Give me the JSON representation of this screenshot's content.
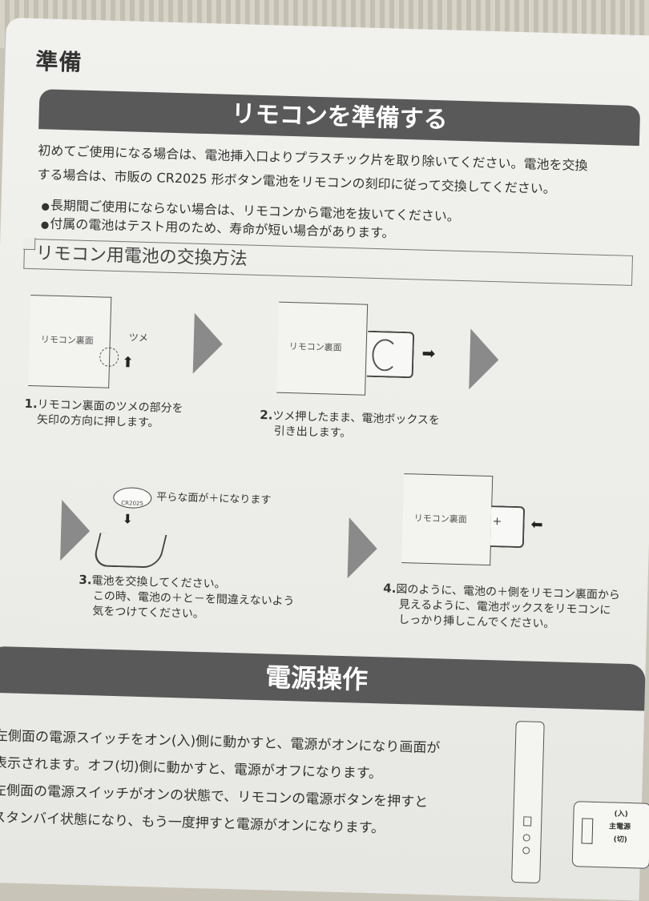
{
  "section": {
    "label": "準備"
  },
  "banner_remote": "リモコンを準備する",
  "intro": [
    "初めてご使用になる場合は、電池挿入口よりプラスチック片を取り除いてください。電池を交換",
    "する場合は、市販の CR2025 形ボタン電池をリモコンの刻印に従って交換してください。"
  ],
  "bullets": [
    "長期間ご使用にならない場合は、リモコンから電池を抜いてください。",
    "付属の電池はテスト用のため、寿命が短い場合があります。"
  ],
  "subhead": "リモコン用電池の交換方法",
  "diagrams": {
    "remote_back": "リモコン裏面",
    "tab": "ツメ",
    "flat_side": "平らな面が＋になります",
    "battery_marking": "CR2025",
    "plus": "+"
  },
  "steps": [
    {
      "num": "1.",
      "lines": [
        "リモコン裏面のツメの部分を",
        "矢印の方向に押します。"
      ]
    },
    {
      "num": "2.",
      "lines": [
        "ツメ押したまま、電池ボックスを",
        "引き出します。"
      ]
    },
    {
      "num": "3.",
      "lines": [
        "電池を交換してください。",
        "この時、電池の＋と－を間違えないよう",
        "気をつけてください。"
      ]
    },
    {
      "num": "4.",
      "lines": [
        "図のように、電池の＋側をリモコン裏面から",
        "見えるように、電池ボックスをリモコンに",
        "しっかり挿しこんでください。"
      ]
    }
  ],
  "banner_power": "電源操作",
  "power_text": [
    "左側面の電源スイッチをオン(入)側に動かすと、電源がオンになり画面が",
    "表示されます。オフ(切)側に動かすと、電源がオフになります。",
    "左側面の電源スイッチがオンの状態で、リモコンの電源ボタンを押すと",
    "スタンバイ状態になり、もう一度押すと電源がオンになります。"
  ],
  "side_labels": {
    "on": "(入)",
    "main_power": "主電源",
    "off": "(切)"
  },
  "colors": {
    "banner": "#595959",
    "paper": "#ecece8",
    "text": "#333333"
  }
}
